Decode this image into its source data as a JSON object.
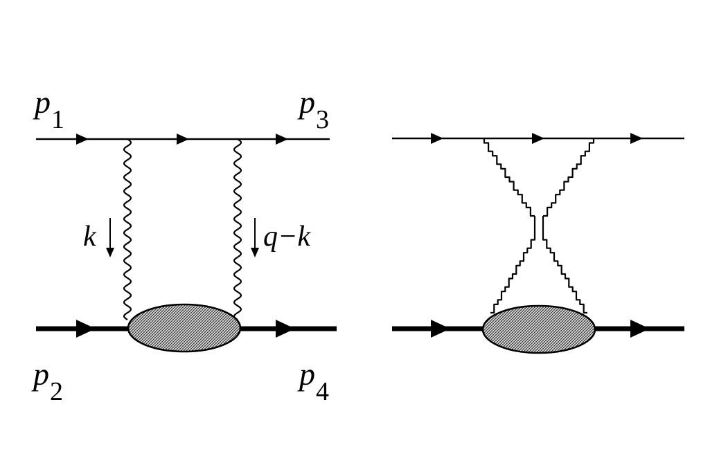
{
  "diagram_left": {
    "labels": {
      "p1": {
        "main": "p",
        "sub": "1"
      },
      "p3": {
        "main": "p",
        "sub": "3"
      },
      "p2": {
        "main": "p",
        "sub": "2"
      },
      "p4": {
        "main": "p",
        "sub": "4"
      },
      "k": "k",
      "qk": "q−k"
    }
  },
  "diagram_right": {}
}
